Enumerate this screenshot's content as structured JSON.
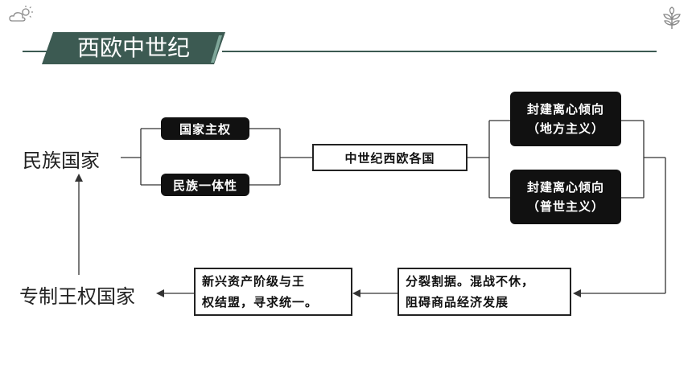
{
  "header": {
    "title": "西欧中世纪"
  },
  "diagram": {
    "nation_state": "民族国家",
    "absolute_monarchy": "专制王权国家",
    "sovereignty": "国家主权",
    "ethnic_unity": "民族一体性",
    "medieval_west_europe": "中世纪西欧各国",
    "centrifugal_local": {
      "line1": "封建离心倾向",
      "line2": "（地方主义）"
    },
    "centrifugal_universal": {
      "line1": "封建离心倾向",
      "line2": "（普世主义）"
    },
    "division": {
      "line1": "分裂割据。混战不休，",
      "line2": "阻碍商品经济发展"
    },
    "alliance": {
      "line1": "新兴资产阶级与王",
      "line2": "权结盟，寻求统一。"
    }
  },
  "colors": {
    "title_bg": "#3c5a52",
    "accent": "#7fa79a",
    "pill_bg": "#111111"
  },
  "icons": [
    "cloud-sun-icon",
    "plant-icon"
  ]
}
